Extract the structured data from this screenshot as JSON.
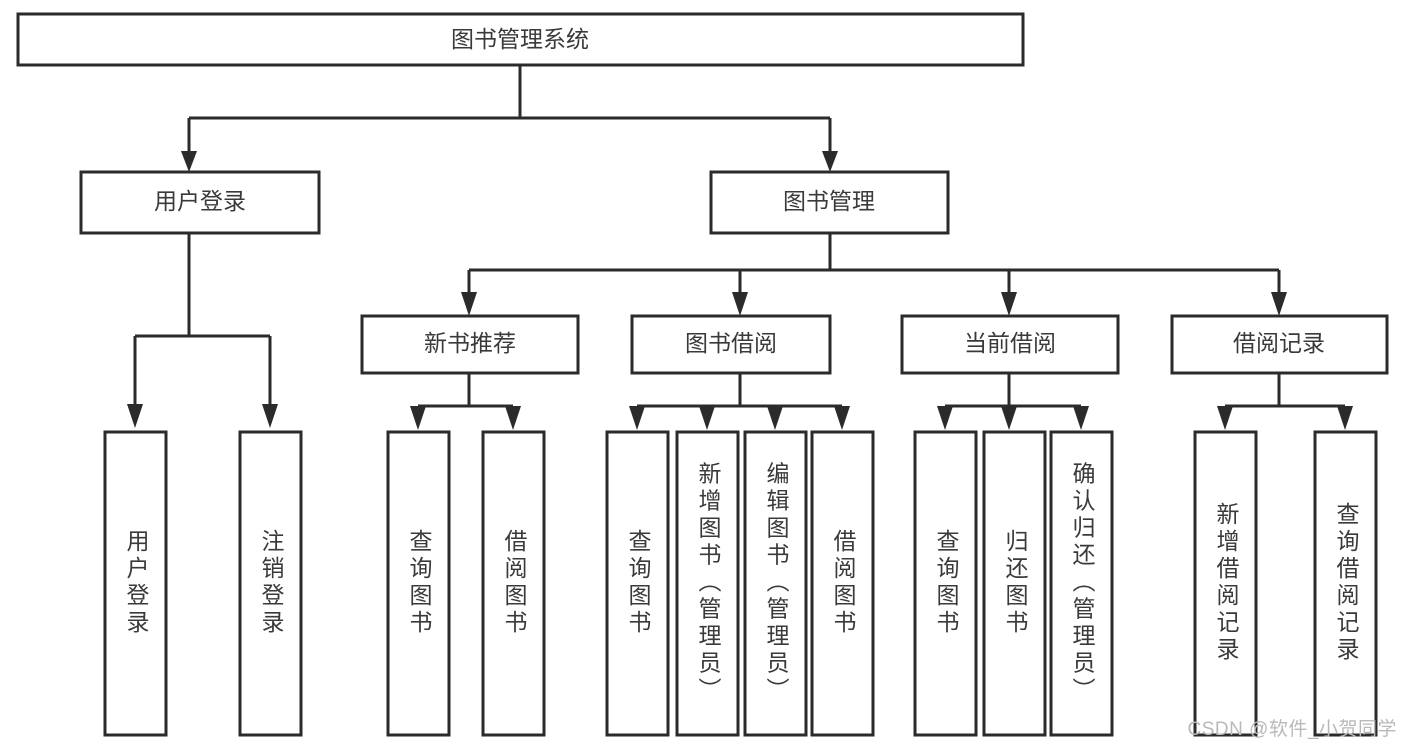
{
  "diagram": {
    "type": "tree-hierarchy",
    "title": "图书管理系统",
    "watermark": "CSDN @软件_小贺同学",
    "colors": {
      "stroke": "#2b2b2b",
      "fill": "#ffffff",
      "text": "#3a3a3a",
      "watermark": "#b9b9b9",
      "background": "#ffffff"
    },
    "levels": {
      "root": {
        "label": "图书管理系统"
      },
      "level2": [
        {
          "label": "用户登录"
        },
        {
          "label": "图书管理"
        }
      ],
      "level3": [
        {
          "label": "新书推荐"
        },
        {
          "label": "图书借阅"
        },
        {
          "label": "当前借阅"
        },
        {
          "label": "借阅记录"
        }
      ],
      "leaves": [
        {
          "label": "用户登录",
          "parent": "用户登录"
        },
        {
          "label": "注销登录",
          "parent": "用户登录"
        },
        {
          "label": "查询图书",
          "parent": "新书推荐"
        },
        {
          "label": "借阅图书",
          "parent": "新书推荐"
        },
        {
          "label": "查询图书",
          "parent": "图书借阅"
        },
        {
          "label": "新增图书（管理员）",
          "parent": "图书借阅"
        },
        {
          "label": "编辑图书（管理员）",
          "parent": "图书借阅"
        },
        {
          "label": "借阅图书",
          "parent": "图书借阅"
        },
        {
          "label": "查询图书",
          "parent": "当前借阅"
        },
        {
          "label": "归还图书",
          "parent": "当前借阅"
        },
        {
          "label": "确认归还（管理员）",
          "parent": "当前借阅"
        },
        {
          "label": "新增借阅记录",
          "parent": "借阅记录"
        },
        {
          "label": "查询借阅记录",
          "parent": "借阅记录"
        }
      ]
    }
  }
}
